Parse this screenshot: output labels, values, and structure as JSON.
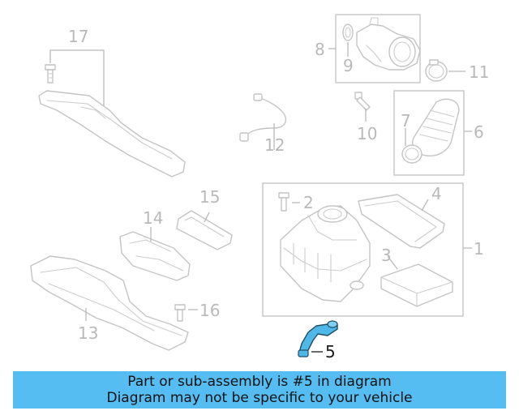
{
  "callouts": {
    "c1": "1",
    "c2": "2",
    "c3": "3",
    "c4": "4",
    "c5": "5",
    "c6": "6",
    "c7": "7",
    "c8": "8",
    "c9": "9",
    "c10": "10",
    "c11": "11",
    "c12": "12",
    "c13": "13",
    "c14": "14",
    "c15": "15",
    "c16": "16",
    "c17": "17"
  },
  "highlight": {
    "part_number": "5",
    "color": "#4fb8e8"
  },
  "banner": {
    "line1": "Part or sub-assembly is #5 in diagram",
    "line2": "Diagram may not be specific to your vehicle",
    "background": "#55bdf2"
  }
}
